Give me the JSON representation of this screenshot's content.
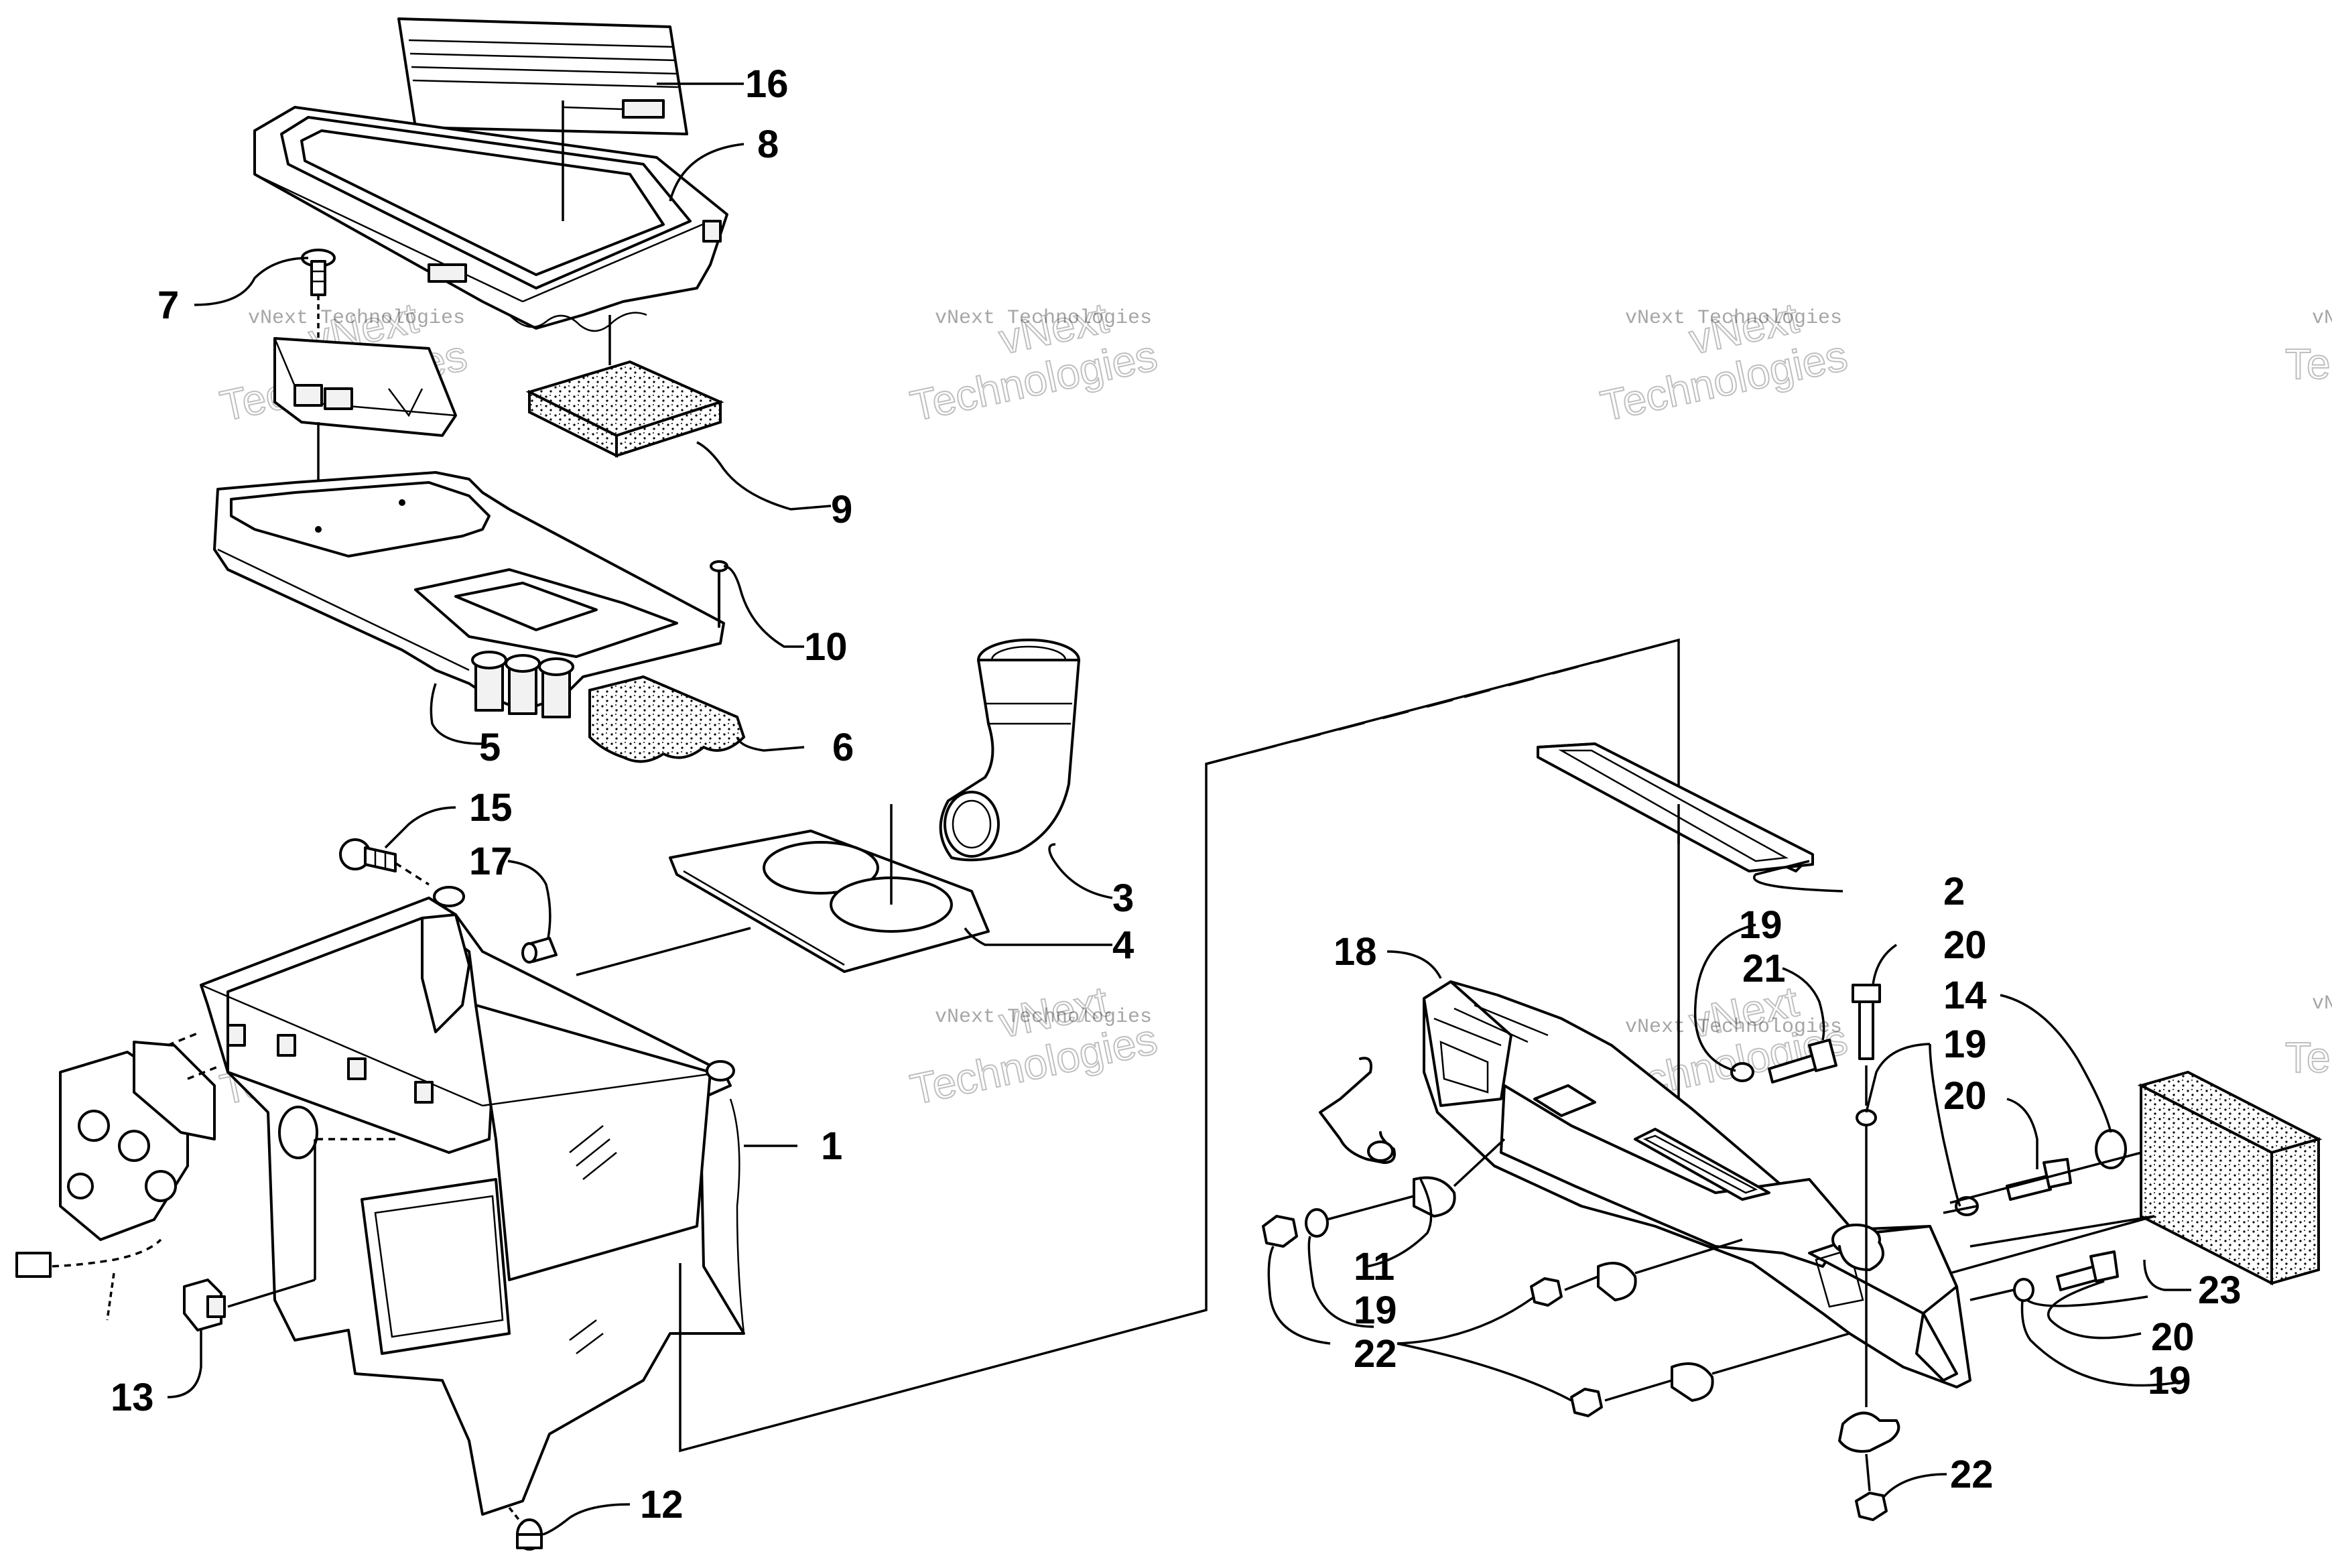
{
  "watermark": {
    "line1": "vNext",
    "line2": "Technologies",
    "compact": "vNext Technologies"
  },
  "callouts": [
    "1",
    "2",
    "3",
    "4",
    "5",
    "6",
    "7",
    "8",
    "9",
    "10",
    "11",
    "12",
    "13",
    "14",
    "15",
    "16",
    "17",
    "18",
    "19",
    "20",
    "21",
    "22",
    "23"
  ]
}
